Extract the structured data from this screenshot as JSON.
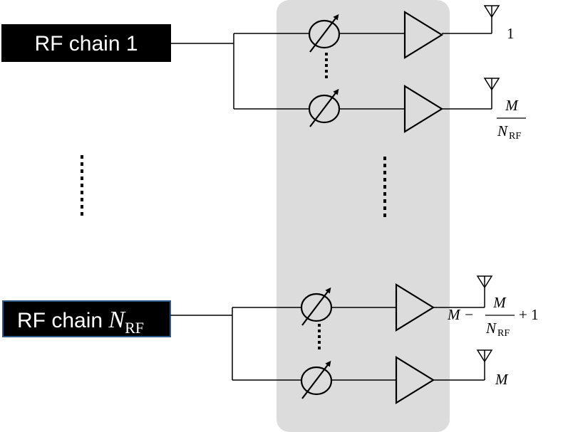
{
  "diagram": {
    "colors": {
      "panel": "#dcdcdc",
      "rf_box_fill": "#000000",
      "rf_box_border": "#2e5a8a",
      "text_light": "#ffffff",
      "ink": "#000000"
    },
    "rf_chains": [
      {
        "label": "RF chain 1",
        "label_text": "RF chain 1"
      },
      {
        "label": "RF chain N_RF",
        "label_text": "RF chain ",
        "label_sym": "N",
        "label_sub": "RF"
      }
    ],
    "antenna_labels": {
      "a1": "1",
      "a2_num": "M",
      "a2_den": "N",
      "a2_den_sub": "RF",
      "a3_prefix": "M −",
      "a3_num": "M",
      "a3_den": "N",
      "a3_den_sub": "RF",
      "a3_suffix": "+ 1",
      "a4": "M"
    },
    "icons": [
      "phase-shifter-icon",
      "amplifier-icon",
      "antenna-icon"
    ]
  }
}
